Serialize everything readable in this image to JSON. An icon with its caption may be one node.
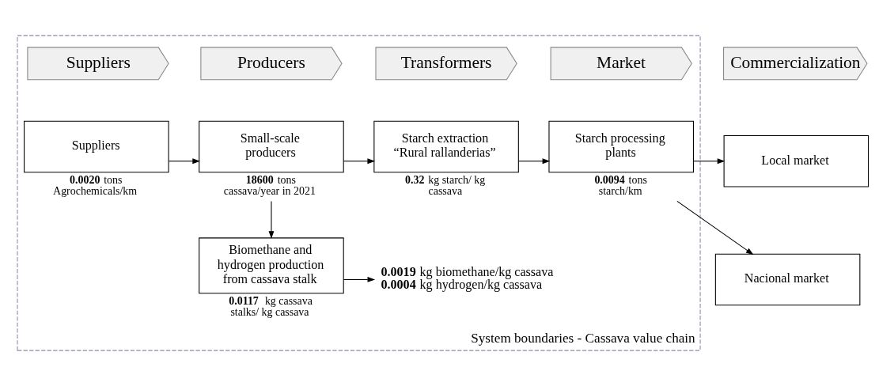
{
  "diagram": {
    "nodes": [
      {
        "text": [
          "System boundaries - Cassava value chain"
        ]
      },
      {
        "text": [
          "Suppliers"
        ],
        "in": 0
      },
      {
        "text": [
          "Producers"
        ],
        "in": 0
      },
      {
        "text": [
          "Transformers"
        ],
        "in": 0
      },
      {
        "text": [
          "Market"
        ],
        "in": 0
      },
      {
        "text": [
          "Commercialization"
        ]
      },
      {
        "text": [
          "Suppliers"
        ],
        "in": 0,
        "beside": [
          "**0.0020** tons Agrochemicals/km"
        ]
      },
      {
        "text": [
          "Small-scale producers"
        ],
        "in": 0,
        "beside": [
          "**18600** tons cassava/year in 2021"
        ]
      },
      {
        "text": [
          "Starch extraction “Rural rallanderias”"
        ],
        "in": 0,
        "beside": [
          "**0.32** kg starch/ kg cassava"
        ]
      },
      {
        "text": [
          "Starch processing plants"
        ],
        "in": 0,
        "beside": [
          "**0.0094** tons starch/km"
        ]
      },
      {
        "text": [
          "Local market"
        ]
      },
      {
        "text": [
          "Nacional market"
        ]
      },
      {
        "text": [
          "Biomethane and hydrogen production from cassava stalk"
        ],
        "in": 0,
        "beside": [
          "**0.0117**  kg cassava stalks/ kg cassava"
        ]
      },
      {
        "text": [
          "**0.0019** kg biomethane/kg cassava",
          "**0.0004** kg hydrogen/kg cassava"
        ],
        "in": 0
      }
    ],
    "edges": [
      {
        "from": 6,
        "to": 7,
        "arrow": "to"
      },
      {
        "from": 7,
        "to": 8,
        "arrow": "to"
      },
      {
        "from": 8,
        "to": 9,
        "arrow": "to"
      },
      {
        "from": 9,
        "to": 10,
        "arrow": "to"
      },
      {
        "from": 9,
        "to": 11,
        "arrow": "to"
      },
      {
        "from": 7,
        "to": 12,
        "arrow": "to"
      },
      {
        "from": 12,
        "to": 13,
        "arrow": "to"
      }
    ]
  }
}
